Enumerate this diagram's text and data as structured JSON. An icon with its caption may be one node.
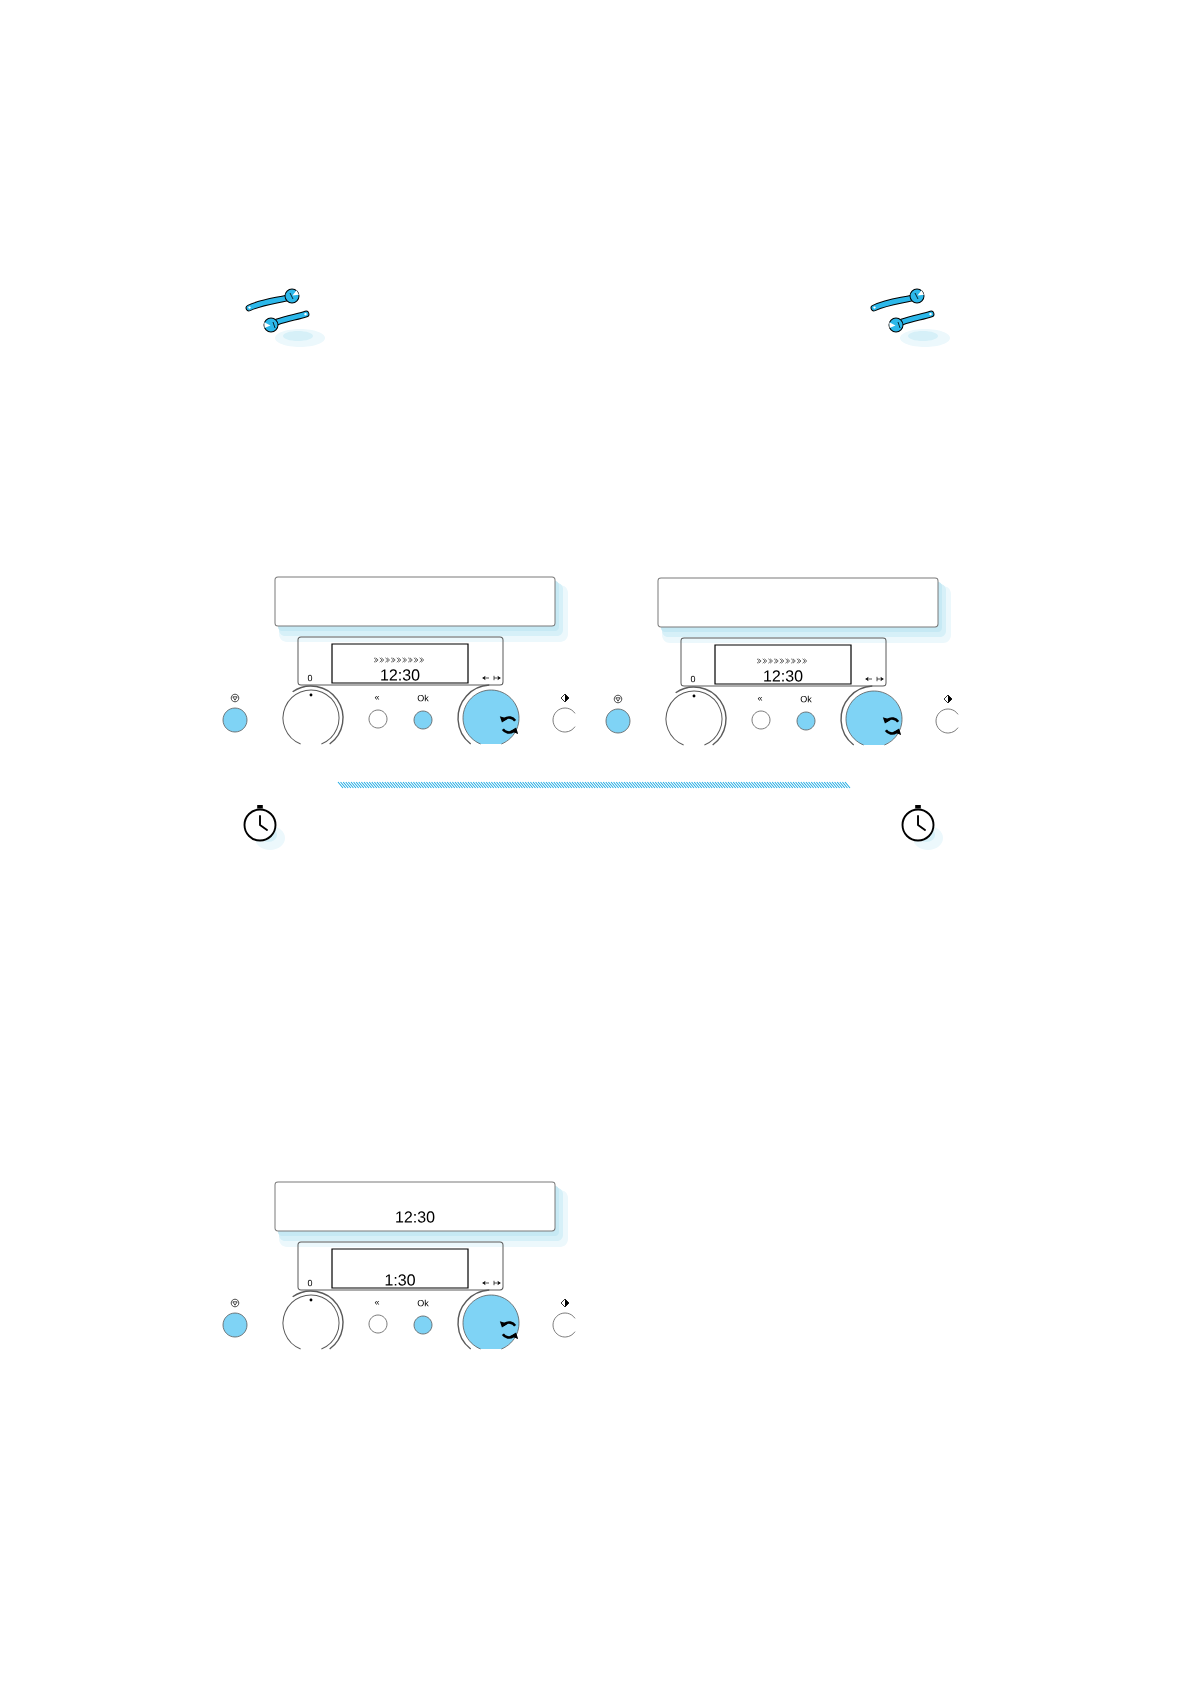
{
  "diagram": {
    "nodes": [
      {
        "text": [],
        "shape": "box"
      },
      {
        "text": [
          "12:30"
        ]
      },
      {
        "text": [],
        "shape": "box"
      },
      {
        "text": [
          "12:30"
        ]
      },
      {
        "text": [
          "12:30"
        ]
      },
      {
        "text": [
          "1:30"
        ]
      }
    ],
    "labels": [
      "0",
      "«",
      "Ok",
      "0",
      "«",
      "Ok",
      "0",
      "«",
      "Ok"
    ]
  }
}
